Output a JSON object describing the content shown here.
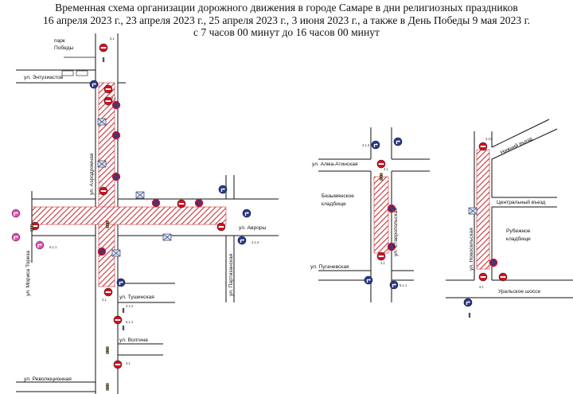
{
  "title": {
    "line1": "Временная схема организации дорожного движения в городе Самаре в дни религиозных праздников",
    "line2": "16 апреля 2023 г., 23 апреля 2023 г., 25 апреля 2023 г., 3 июня 2023 г., а также в День Победы 9 мая 2023 г.",
    "line3": "с 7 часов 00 минут до 16 часов 00 минут"
  },
  "streets": {
    "park_line1": "парк",
    "park_line2": "Победы",
    "entuziastov": "ул. Энтузиастов",
    "aerodromnaya": "ул. Аэродромная",
    "avrory": "ул. Авроры",
    "partizanskaya": "ул. Партизанская",
    "morisa_toreza": "ул. Мориса Тореза",
    "tushinskaya": "ул. Тушинская",
    "volgina": "ул. Волгина",
    "revolyutsionnaya": "ул. Революционная",
    "alma_atinskaya": "ул. Алма-Атинская",
    "bezymyanskoe_line1": "Безымянское",
    "bezymyanskoe_line2": "кладбище",
    "stavropolskaya": "ул. Ставропольская",
    "pugachevskaya": "ул. Пугачевская",
    "nizhniy_vyezd": "Нижний въезд",
    "centralnyy_vyezd": "Центральный въезд",
    "rubezhnoe_line1": "Рубежное",
    "rubezhnoe_line2": "кладбище",
    "novoselskaya": "ул. Новосельская",
    "uralskoe_shosse": "Уральское шоссе"
  },
  "sign_codes": {
    "s_3_1": "3.1",
    "s_5_1_1": "5.1.1",
    "s_4_1_2": "4.1.2",
    "s_4_1_3": "4.1.3",
    "s_4_1_4": "4.1.4",
    "s_3_27": "3.27"
  },
  "colors": {
    "hatch_red": "#c8323a",
    "sign_red": "#d40f1e",
    "sign_blue": "#2a3b8f",
    "detour_pink": "#e04fb0",
    "road_line": "#111111"
  },
  "icons": [
    "no-entry-sign-icon",
    "direction-arrow-sign-icon",
    "traffic-light-icon",
    "barrier-icon",
    "no-stopping-sign-icon",
    "pedestrian-crossing-icon"
  ]
}
